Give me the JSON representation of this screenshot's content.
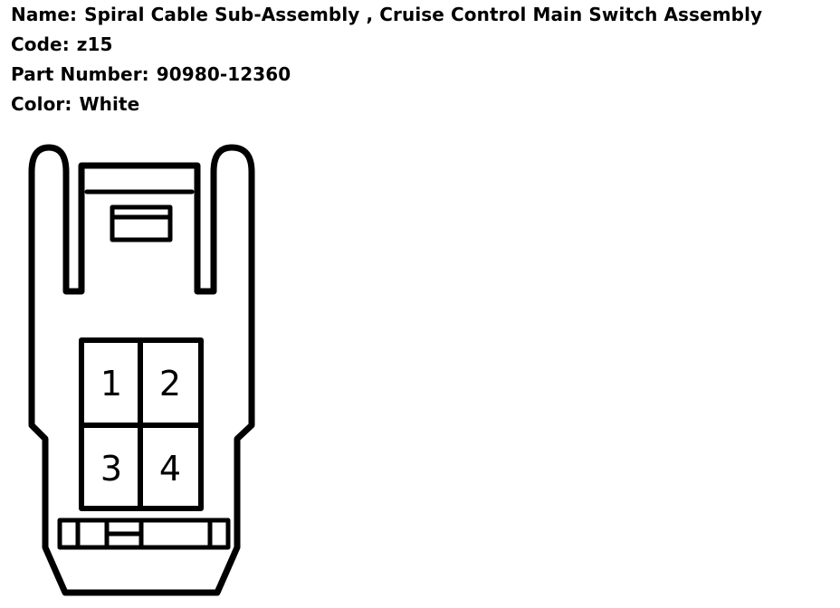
{
  "info": {
    "name_label": "Name:",
    "name_value": "Spiral Cable Sub-Assembly , Cruise Control Main Switch Assembly",
    "code_label": "Code:",
    "code_value": "z15",
    "part_label": "Part Number:",
    "part_value": "90980-12360",
    "color_label": "Color:",
    "color_value": "White"
  },
  "connector": {
    "pins": [
      "1",
      "2",
      "3",
      "4"
    ]
  },
  "colors": {
    "line": "#000000",
    "background": "#ffffff"
  }
}
